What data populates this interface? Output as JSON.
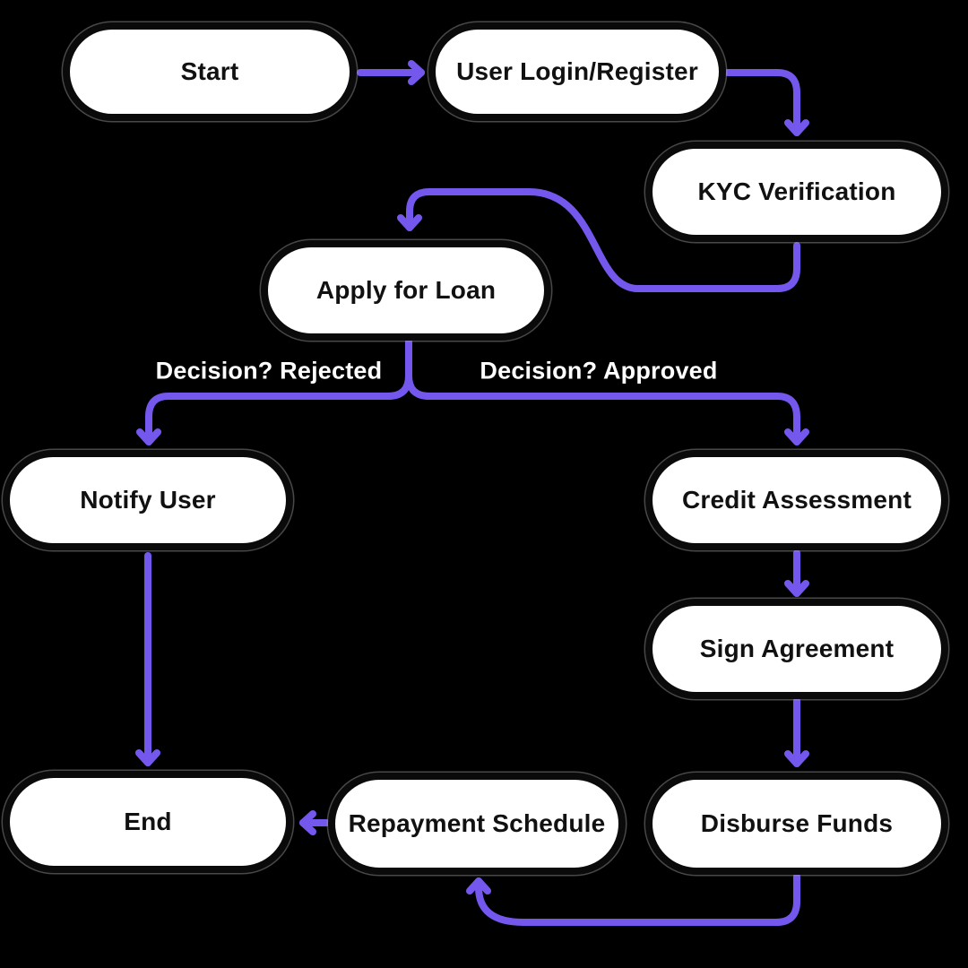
{
  "diagram": {
    "type": "flowchart",
    "colors": {
      "background": "#000000",
      "arrow": "#7458ee",
      "node_fill": "#ffffff",
      "node_border": "#0a0a0a",
      "node_text": "#111111",
      "edge_label_text": "#ffffff"
    },
    "nodes": [
      {
        "id": "start",
        "label": "Start"
      },
      {
        "id": "login",
        "label": "User Login/Register"
      },
      {
        "id": "kyc",
        "label": "KYC Verification"
      },
      {
        "id": "apply",
        "label": "Apply for Loan"
      },
      {
        "id": "notify",
        "label": "Notify User"
      },
      {
        "id": "credit",
        "label": "Credit Assessment"
      },
      {
        "id": "sign",
        "label": "Sign Agreement"
      },
      {
        "id": "disburse",
        "label": "Disburse Funds"
      },
      {
        "id": "repay",
        "label": "Repayment Schedule"
      },
      {
        "id": "end",
        "label": "End"
      }
    ],
    "edge_labels": [
      {
        "id": "rejected",
        "label": "Decision? Rejected"
      },
      {
        "id": "approved",
        "label": "Decision? Approved"
      }
    ],
    "edges": [
      {
        "from": "Start",
        "to": "User Login/Register",
        "label": ""
      },
      {
        "from": "User Login/Register",
        "to": "KYC Verification",
        "label": ""
      },
      {
        "from": "KYC Verification",
        "to": "Apply for Loan",
        "label": ""
      },
      {
        "from": "Apply for Loan",
        "to": "Notify User",
        "label": "Decision? Rejected"
      },
      {
        "from": "Apply for Loan",
        "to": "Credit Assessment",
        "label": "Decision? Approved"
      },
      {
        "from": "Notify User",
        "to": "End",
        "label": ""
      },
      {
        "from": "Credit Assessment",
        "to": "Sign Agreement",
        "label": ""
      },
      {
        "from": "Sign Agreement",
        "to": "Disburse Funds",
        "label": ""
      },
      {
        "from": "Disburse Funds",
        "to": "Repayment Schedule",
        "label": ""
      },
      {
        "from": "Repayment Schedule",
        "to": "End",
        "label": ""
      }
    ]
  }
}
